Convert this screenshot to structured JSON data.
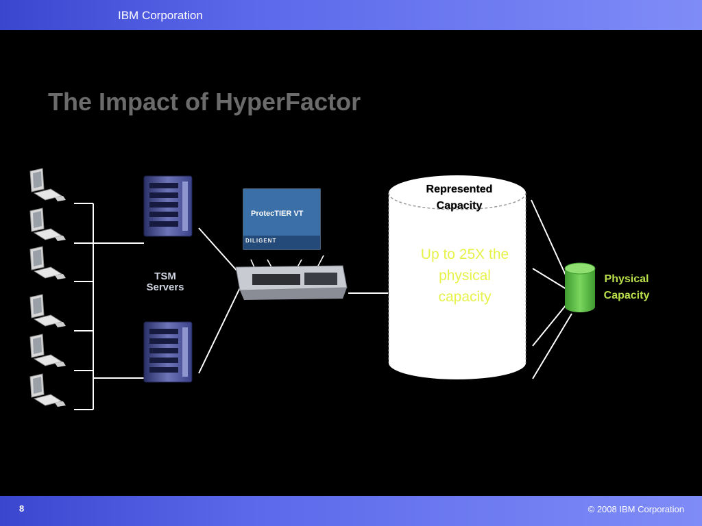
{
  "header": {
    "org": "IBM Corporation"
  },
  "slide": {
    "title": "The Impact of HyperFactor"
  },
  "labels": {
    "tsm_line1": "TSM",
    "tsm_line2": "Servers",
    "product_name": "ProtecTIER VT",
    "product_brand": "DILIGENT",
    "represented_line1": "Represented",
    "represented_line2": "Capacity",
    "multiplier_line1": "Up to 25X the",
    "multiplier_line2": "physical",
    "multiplier_line3": "capacity",
    "physical_line1": "Physical",
    "physical_line2": "Capacity"
  },
  "footer": {
    "page_number": "8",
    "copyright": "© 2008 IBM Corporation"
  },
  "colors": {
    "bar": "#5b68ea",
    "title": "#6b6b6b",
    "highlight": "#e6f24a",
    "physical_disk": "#5bbf43",
    "physical_label": "#b9e04a"
  },
  "icons": [
    "workstation-icon",
    "tower-server-icon",
    "rack-appliance-icon",
    "database-cylinder-icon"
  ]
}
